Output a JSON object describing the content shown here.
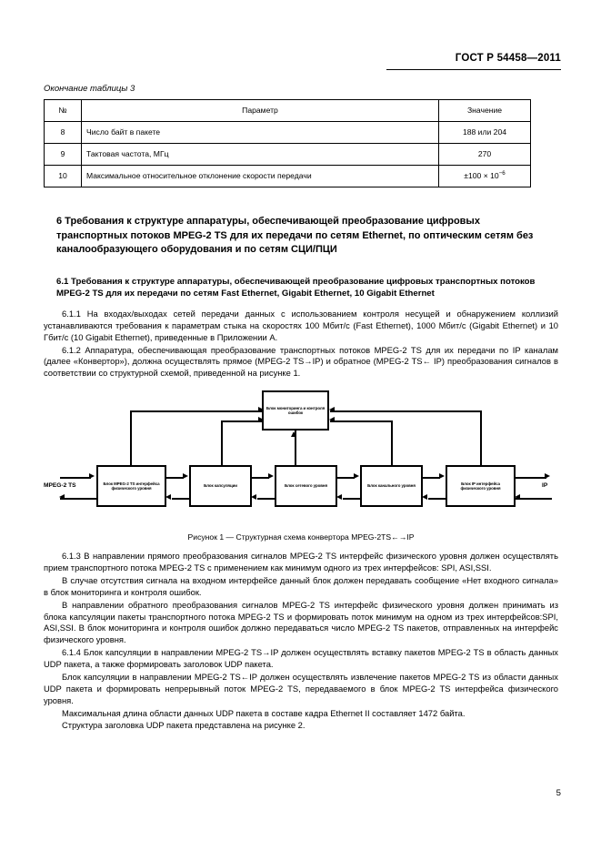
{
  "document": {
    "standard_header": "ГОСТ Р 54458—2011",
    "page_number": "5"
  },
  "table": {
    "caption": "Окончание таблицы 3",
    "headers": [
      "№",
      "Параметр",
      "Значение"
    ],
    "rows": [
      {
        "num": "8",
        "param": "Число байт в пакете",
        "value": "188 или 204"
      },
      {
        "num": "9",
        "param": "Тактовая частота, МГц",
        "value": "270"
      },
      {
        "num": "10",
        "param": "Максимальное относительное отклонение скорости передачи",
        "value_prefix": "±100 × 10",
        "value_sup": "−6"
      }
    ]
  },
  "sections": {
    "section6_title": "6  Требования к структуре аппаратуры, обеспечивающей преобразование цифровых транспортных потоков MPEG-2 TS для их передачи по сетям Ethernet, по оптическим сетям без каналообразующего оборудования и по сетям СЦИ/ПЦИ",
    "section61_title": "6.1  Требования к структуре аппаратуры, обеспечивающей преобразование цифровых транспортных потоков MPEG-2 TS для их передачи по сетям Fast Ethernet, Gigabit Ethernet, 10 Gigabit Ethernet",
    "p_611": "6.1.1 На входах/выходах сетей передачи данных с использованием контроля несущей и обнаружением коллизий устанавливаются требования к параметрам стыка на скоростях 100 Мбит/с (Fast Ethernet), 1000 Мбит/с (Gigabit Ethernet) и 10 Гбит/с (10 Gigabit Ethernet), приведенные в Приложении А.",
    "p_612": "6.1.2 Аппаратура, обеспечивающая преобразование транспортных потоков MPEG-2 TS для их передачи по IP каналам (далее «Конвертор»), должна осуществлять прямое (MPEG-2 TS→IP) и обратное (MPEG-2 TS← IP) преобразования сигналов в соответствии со структурной схемой, приведенной на рисунке 1.",
    "p_613": "6.1.3 В направлении прямого преобразования сигналов MPEG-2 TS интерфейс физического уровня должен осуществлять прием транспортного потока MPEG-2 TS с применением как минимум одного из трех интерфейсов: SPI, ASI,SSI.",
    "p_613b": "В случае отсутствия сигнала на входном интерфейсе данный блок должен передавать сообщение «Нет входного сигнала» в блок мониторинга и контроля ошибок.",
    "p_613c": "В направлении обратного преобразования сигналов MPEG-2 TS интерфейс физического уровня должен принимать из блока капсуляции пакеты транспортного потока MPEG-2 TS и формировать поток минимум на одном из трех интерфейсов:SPI, ASI,SSI. В блок мониторинга и контроля ошибок должно передаваться число MPEG-2 TS пакетов, отправленных на интерфейс физического уровня.",
    "p_614": "6.1.4 Блок капсуляции в направлении MPEG-2 TS→IP должен осуществлять вставку пакетов MPEG-2 TS в область данных UDP пакета, а также формировать заголовок UDP пакета.",
    "p_614b": "Блок капсуляции в направлении MPEG-2 TS←IP должен осуществлять извлечение пакетов MPEG-2 TS из области данных UDP пакета и формировать непрерывный поток MPEG-2 TS, передаваемого в блок MPEG-2 TS интерфейса физического уровня.",
    "p_614c": "Максимальная длина области данных UDP пакета в составе кадра Ethernet II составляет 1472 байта.",
    "p_614d": "Структура заголовка UDP пакета представлена на рисунке 2."
  },
  "figure": {
    "caption": "Рисунок 1 — Структурная схема конвертора MPEG-2TS←→IP",
    "blocks": {
      "monitor": "Блок мониторинга и контроля ошибок",
      "phy_mpeg": "Блок MPEG-2 TS интерфейса физического уровня",
      "encapsulation": "Блок капсуляции",
      "network": "Блок сетевого уровня",
      "datalink": "Блок канального уровня",
      "phy_ip": "Блок IP интерфейса физического уровня"
    },
    "left_label": "MPEG-2 TS",
    "right_label": "IP"
  }
}
